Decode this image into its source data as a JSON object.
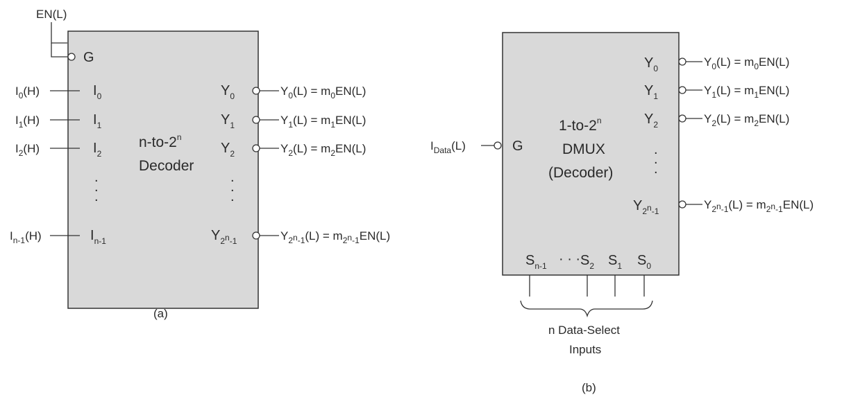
{
  "diagram_a": {
    "enable_input": "EN(L)",
    "enable_pin": "G",
    "input_labels": [
      "I0(H)",
      "I1(H)",
      "I2(H)",
      "In-1(H)"
    ],
    "input_pins": [
      "I0",
      "I1",
      "I2",
      "In-1"
    ],
    "block_title_line1": "n-to-2n",
    "block_title_line2": "Decoder",
    "output_pins": [
      "Y0",
      "Y1",
      "Y2",
      "Y2n-1"
    ],
    "output_labels": [
      "Y0(L) = m0EN(L)",
      "Y1(L) = m1EN(L)",
      "Y2(L) = m2EN(L)",
      "Y2n-1(L) = m2n-1EN(L)"
    ],
    "caption": "(a)"
  },
  "diagram_b": {
    "data_input": "IData(L)",
    "enable_pin": "G",
    "block_title_line1": "1-to-2n",
    "block_title_line2": "DMUX",
    "block_title_line3": "(Decoder)",
    "output_pins": [
      "Y0",
      "Y1",
      "Y2",
      "Y2n-1"
    ],
    "output_labels": [
      "Y0(L) = m0EN(L)",
      "Y1(L) = m1EN(L)",
      "Y2(L) = m2EN(L)",
      "Y2n-1(L) = m2n-1EN(L)"
    ],
    "select_pins": [
      "Sn-1",
      "S2",
      "S1",
      "S0"
    ],
    "select_caption_line1": "n Data-Select",
    "select_caption_line2": "Inputs",
    "caption": "(b)"
  }
}
